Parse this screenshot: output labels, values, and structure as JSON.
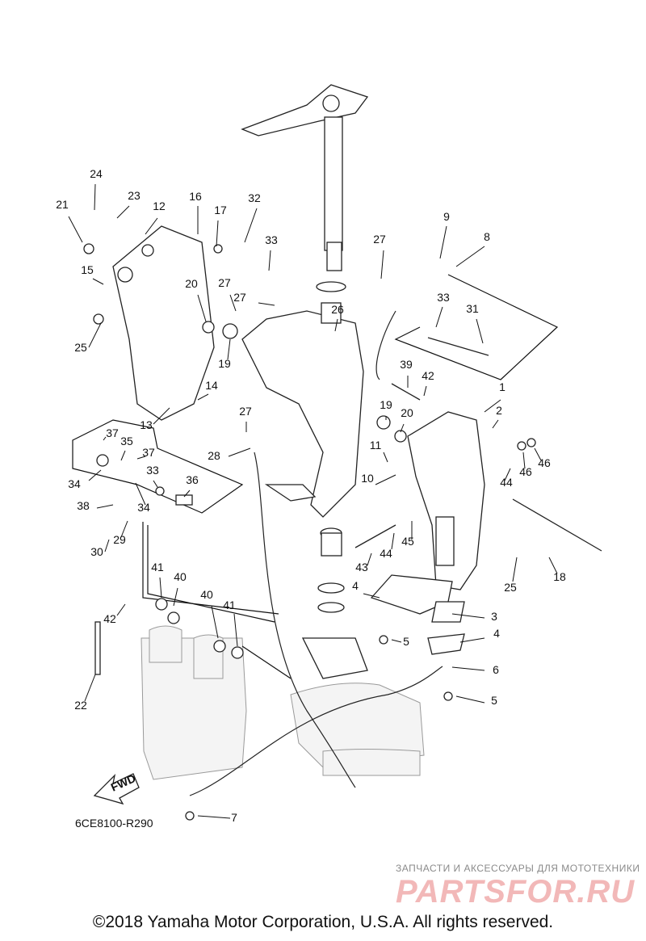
{
  "diagram_code": "6CE8100-R290",
  "fwd_label": "FWD",
  "copyright": "©2018 Yamaha Motor Corporation, U.S.A. All rights reserved.",
  "watermark": {
    "tagline": "ЗАПЧАСТИ И АКСЕССУАРЫ ДЛЯ МОТОТЕХНИКИ",
    "brand": "PARTSFOR.RU"
  },
  "callouts": [
    "1",
    "2",
    "3",
    "4",
    "4",
    "5",
    "5",
    "6",
    "7",
    "8",
    "9",
    "10",
    "11",
    "12",
    "13",
    "14",
    "15",
    "16",
    "17",
    "18",
    "19",
    "19",
    "20",
    "20",
    "21",
    "22",
    "23",
    "24",
    "25",
    "25",
    "26",
    "27",
    "27",
    "27",
    "27",
    "28",
    "29",
    "30",
    "31",
    "32",
    "33",
    "33",
    "33",
    "34",
    "34",
    "35",
    "36",
    "37",
    "37",
    "38",
    "39",
    "40",
    "40",
    "41",
    "41",
    "42",
    "42",
    "43",
    "44",
    "44",
    "45",
    "46",
    "46"
  ]
}
